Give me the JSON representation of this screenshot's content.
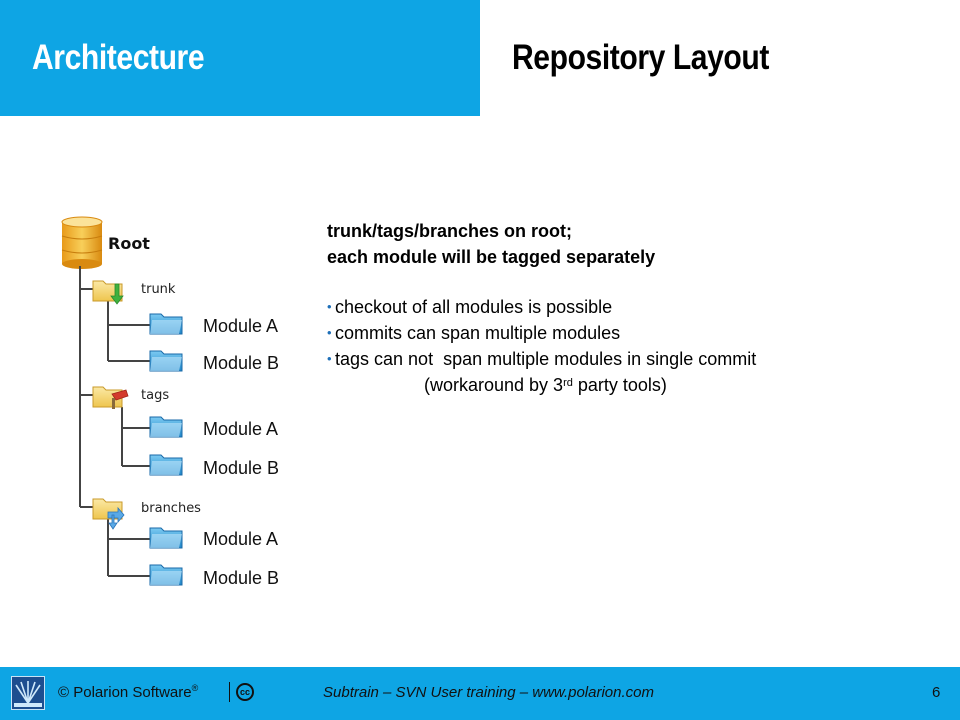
{
  "header": {
    "section_title": "Architecture",
    "slide_title": "Repository Layout"
  },
  "tree": {
    "root_label": "Root",
    "groups": [
      {
        "label": "trunk",
        "modules": [
          "Module A",
          "Module B"
        ],
        "icon": "folder-update-icon"
      },
      {
        "label": "tags",
        "modules": [
          "Module A",
          "Module B"
        ],
        "icon": "folder-tag-icon"
      },
      {
        "label": "branches",
        "modules": [
          "Module A",
          "Module B"
        ],
        "icon": "folder-branch-icon"
      }
    ]
  },
  "content": {
    "heading_line1": "trunk/tags/branches on root;",
    "heading_line2": "each module will be tagged separately",
    "bullet_char": "•",
    "bullets": [
      "checkout of all modules is possible",
      "commits can span multiple modules",
      "tags can not  span multiple modules in single commit"
    ],
    "workaround_before": "(workaround by 3",
    "workaround_sup": "rd",
    "workaround_after": " party tools)"
  },
  "footer": {
    "copyright_text": "© Polarion Software",
    "registered_mark": "®",
    "cc_label": "cc",
    "center_text": "Subtrain – SVN User training – www.polarion.com",
    "page_number": "6"
  },
  "colors": {
    "accent": "#0ea5e4",
    "folder_blue": "#2a9ad8",
    "folder_yellow": "#f2d26a"
  }
}
